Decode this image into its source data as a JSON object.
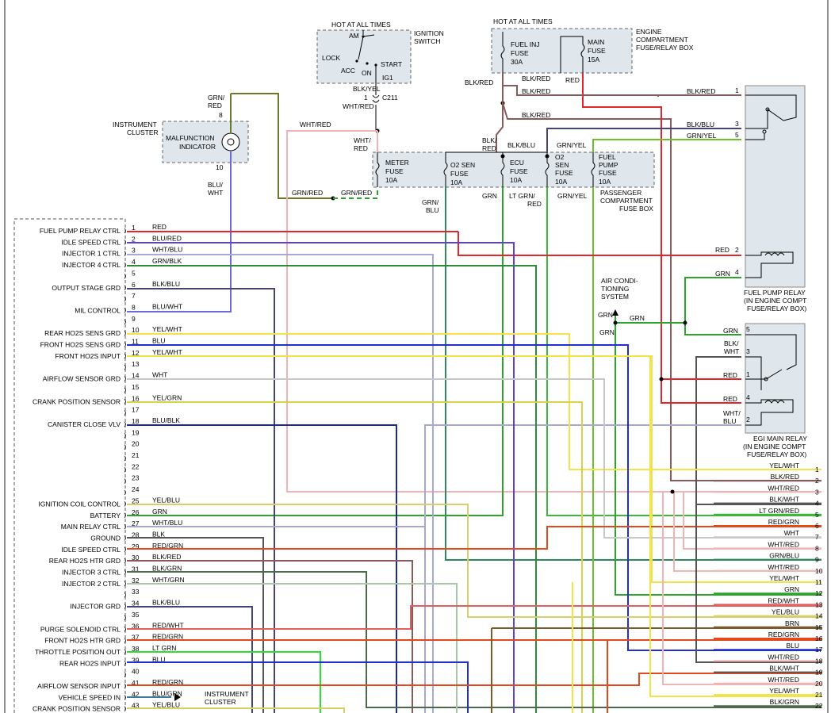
{
  "diagram": {
    "ignition": {
      "header": "HOT AT ALL TIMES",
      "title_line1": "IGNITION",
      "title_line2": "SWITCH",
      "am": "AM",
      "lock": "LOCK",
      "acc": "ACC",
      "on": "ON",
      "start": "START",
      "ig1": "IG1",
      "wire_top": "BLK/YEL",
      "pin": "1",
      "connector": "C211",
      "wire_bottom": "WHT/RED"
    },
    "engine_fuse_box": {
      "header": "HOT AT ALL TIMES",
      "title_line1": "ENGINE",
      "title_line2": "COMPARTMENT",
      "title_line3": "FUSE/RELAY BOX",
      "fuse1_line1": "FUEL INJ",
      "fuse1_line2": "FUSE",
      "fuse1_line3": "30A",
      "fuse2_line1": "MAIN",
      "fuse2_line2": "FUSE",
      "fuse2_line3": "15A"
    },
    "instrument_cluster": {
      "title_line1": "INSTRUMENT",
      "title_line2": "CLUSTER",
      "mil_line1": "MALFUNCTION",
      "mil_line2": "INDICATOR",
      "pin_top": "8",
      "pin_bottom": "10",
      "wire_top_line1": "GRN/",
      "wire_top_line2": "RED",
      "wire_bottom_line1": "BLU/",
      "wire_bottom_line2": "WHT"
    },
    "passenger_fuse_box": {
      "title_line1": "PASSENGER",
      "title_line2": "COMPARTMENT",
      "title_line3": "FUSE BOX",
      "fuses": [
        {
          "l1": "METER",
          "l2": "FUSE",
          "l3": "10A"
        },
        {
          "l1": "O2 SEN",
          "l2": "FUSE",
          "l3": "10A"
        },
        {
          "l1": "ECU",
          "l2": "FUSE",
          "l3": "10A"
        },
        {
          "l1": "O2",
          "l2": "SEN",
          "l3": "FUSE",
          "l4": "10A"
        },
        {
          "l1": "FUEL",
          "l2": "PUMP",
          "l3": "FUSE",
          "l4": "10A"
        }
      ]
    },
    "wire_labels": {
      "blk_red_a": "BLK/RED",
      "blk_red_b": "BLK/RED",
      "blk_red_c": "BLK/RED",
      "blk_red_d": "BLK/RED",
      "blk_red_e": "BLK/RED",
      "red_top": "RED",
      "wht_red_mid": "WHT/RED",
      "wht_red_a": "WHT/",
      "wht_red_b": "RED",
      "blk_red_v1": "BLK/",
      "blk_red_v2": "RED",
      "blk_blu_top": "BLK/BLU",
      "grn_yel_top": "GRN/YEL",
      "grn_red_h1": "GRN/RED",
      "grn_red_h2": "GRN/RED",
      "grn_blu_1": "GRN/",
      "grn_blu_2": "BLU",
      "grn_fuse": "GRN",
      "lt_grn_red_1": "LT GRN/",
      "lt_grn_red_2": "RED",
      "grn_yel_bot": "GRN/YEL",
      "blk_red_relay": "BLK/RED",
      "blk_blu_relay": "BLK/BLU",
      "grn_yel_relay": "GRN/YEL",
      "red_relay": "RED",
      "grn_relay": "GRN",
      "ac_1": "AIR CONDI-",
      "ac_2": "TIONING",
      "ac_3": "SYSTEM",
      "grn_ac_a": "GRN",
      "grn_ac_b": "GRN",
      "grn_ac_c": "GRN",
      "grn_egi5": "GRN",
      "blk_wht_1": "BLK/",
      "blk_wht_2": "WHT",
      "red_egi1": "RED",
      "red_egi4": "RED",
      "wht_blu_1": "WHT/",
      "wht_blu_2": "BLU"
    },
    "fuel_pump_relay": {
      "pins": [
        "1",
        "3",
        "5",
        "2",
        "4"
      ],
      "title_line1": "FUEL PUMP RELAY",
      "title_line2": "(IN ENGINE COMPT",
      "title_line3": "FUSE/RELAY BOX)"
    },
    "egi_relay": {
      "pins": [
        "5",
        "3",
        "1",
        "4",
        "2"
      ],
      "title_line1": "EGI MAIN RELAY",
      "title_line2": "(IN ENGINE COMPT",
      "title_line3": "FUSE/RELAY BOX)"
    },
    "ecm_pins": [
      {
        "pin": "1",
        "name": "FUEL PUMP RELAY CTRL",
        "wire": "RED",
        "color": "#e3262b"
      },
      {
        "pin": "2",
        "name": "IDLE SPEED CTRL",
        "wire": "BLU/RED",
        "color": "#5b3fd6"
      },
      {
        "pin": "3",
        "name": "INJECTOR 1 CTRL",
        "wire": "WHT/BLU",
        "color": "#a8a8d8"
      },
      {
        "pin": "4",
        "name": "INJECTOR 4 CTRL",
        "wire": "GRN/BLK",
        "color": "#2e8a3a"
      },
      {
        "pin": "5",
        "name": "",
        "wire": "",
        "color": ""
      },
      {
        "pin": "6",
        "name": "OUTPUT STAGE GRD",
        "wire": "BLK/BLU",
        "color": "#44447a"
      },
      {
        "pin": "7",
        "name": "",
        "wire": "",
        "color": ""
      },
      {
        "pin": "8",
        "name": "MIL CONTROL",
        "wire": "BLU/WHT",
        "color": "#6a6ad8"
      },
      {
        "pin": "9",
        "name": "",
        "wire": "",
        "color": ""
      },
      {
        "pin": "10",
        "name": "REAR HO2S SENS GRD",
        "wire": "YEL/WHT",
        "color": "#f2e34a"
      },
      {
        "pin": "11",
        "name": "FRONT HO2S SENS GRD",
        "wire": "BLU",
        "color": "#1f2fd0"
      },
      {
        "pin": "12",
        "name": "FRONT HO2S INPUT",
        "wire": "YEL/WHT",
        "color": "#f2e34a"
      },
      {
        "pin": "13",
        "name": "",
        "wire": "",
        "color": ""
      },
      {
        "pin": "14",
        "name": "AIRFLOW SENSOR GRD",
        "wire": "WHT",
        "color": "#c8c8c8"
      },
      {
        "pin": "15",
        "name": "",
        "wire": "",
        "color": ""
      },
      {
        "pin": "16",
        "name": "CRANK POSITION SENSOR",
        "wire": "YEL/GRN",
        "color": "#d9d24a"
      },
      {
        "pin": "17",
        "name": "",
        "wire": "",
        "color": ""
      },
      {
        "pin": "18",
        "name": "CANISTER CLOSE VLV",
        "wire": "BLU/BLK",
        "color": "#1c2aa0"
      },
      {
        "pin": "19",
        "name": "",
        "wire": "",
        "color": ""
      },
      {
        "pin": "20",
        "name": "",
        "wire": "",
        "color": ""
      },
      {
        "pin": "21",
        "name": "",
        "wire": "",
        "color": ""
      },
      {
        "pin": "22",
        "name": "",
        "wire": "",
        "color": ""
      },
      {
        "pin": "23",
        "name": "",
        "wire": "",
        "color": ""
      },
      {
        "pin": "24",
        "name": "",
        "wire": "",
        "color": ""
      },
      {
        "pin": "25",
        "name": "IGNITION COIL CONTROL",
        "wire": "YEL/BLU",
        "color": "#d9cf6a"
      },
      {
        "pin": "26",
        "name": "BATTERY",
        "wire": "GRN",
        "color": "#2aa52a"
      },
      {
        "pin": "27",
        "name": "MAIN RELAY CTRL",
        "wire": "WHT/BLU",
        "color": "#a8a8d8"
      },
      {
        "pin": "28",
        "name": "GROUND",
        "wire": "BLK",
        "color": "#555555"
      },
      {
        "pin": "29",
        "name": "IDLE SPEED CTRL",
        "wire": "RED/GRN",
        "color": "#e24a1e"
      },
      {
        "pin": "30",
        "name": "REAR HO2S HTR GRD",
        "wire": "BLK/RED",
        "color": "#8a5a5a"
      },
      {
        "pin": "31",
        "name": "INJECTOR 3 CTRL",
        "wire": "BLK/GRN",
        "color": "#4a6a4a"
      },
      {
        "pin": "32",
        "name": "INJECTOR 2 CTRL",
        "wire": "WHT/GRN",
        "color": "#a8c8a8"
      },
      {
        "pin": "33",
        "name": "",
        "wire": "",
        "color": ""
      },
      {
        "pin": "34",
        "name": "INJECTOR GRD",
        "wire": "BLK/BLU",
        "color": "#44447a"
      },
      {
        "pin": "35",
        "name": "",
        "wire": "",
        "color": ""
      },
      {
        "pin": "36",
        "name": "PURGE SOLENOID CTRL",
        "wire": "RED/WHT",
        "color": "#e06060"
      },
      {
        "pin": "37",
        "name": "FRONT HO2S HTR GRD",
        "wire": "RED/GRN",
        "color": "#e24a1e"
      },
      {
        "pin": "38",
        "name": "THROTTLE POSITION OUT",
        "wire": "LT GRN",
        "color": "#2ee02e"
      },
      {
        "pin": "39",
        "name": "REAR HO2S INPUT",
        "wire": "BLU",
        "color": "#1f2fd0"
      },
      {
        "pin": "40",
        "name": "",
        "wire": "",
        "color": ""
      },
      {
        "pin": "41",
        "name": "AIRFLOW SENSOR INPUT",
        "wire": "RED/GRN",
        "color": "#e24a1e"
      },
      {
        "pin": "42",
        "name": "VEHICLE SPEED IN",
        "wire": "BLU/GRN",
        "color": "#3a7a9a"
      },
      {
        "pin": "43",
        "name": "CRANK POSITION SENSOR",
        "wire": "YEL/BLU",
        "color": "#d9cf6a"
      }
    ],
    "instrument_cluster_note_1": "INSTRUMENT",
    "instrument_cluster_note_2": "CLUSTER",
    "right_wires": [
      {
        "num": "1",
        "label": "YEL/WHT",
        "color": "#f2e34a"
      },
      {
        "num": "2",
        "label": "BLK/RED",
        "color": "#8a5a5a"
      },
      {
        "num": "3",
        "label": "WHT/RED",
        "color": "#f0b4b4"
      },
      {
        "num": "4",
        "label": "BLK/WHT",
        "color": "#555555"
      },
      {
        "num": "5",
        "label": "LT GRN/RED",
        "color": "#3ab83a"
      },
      {
        "num": "6",
        "label": "RED/GRN",
        "color": "#e24a1e"
      },
      {
        "num": "7",
        "label": "WHT",
        "color": "#c8c8c8"
      },
      {
        "num": "8",
        "label": "WHT/RED",
        "color": "#f0b4b4"
      },
      {
        "num": "9",
        "label": "GRN/BLU",
        "color": "#2e8a5a"
      },
      {
        "num": "10",
        "label": "WHT/RED",
        "color": "#f0b4b4"
      },
      {
        "num": "11",
        "label": "YEL/WHT",
        "color": "#f2e34a"
      },
      {
        "num": "12",
        "label": "GRN",
        "color": "#2aa52a"
      },
      {
        "num": "13",
        "label": "RED/WHT",
        "color": "#e06060"
      },
      {
        "num": "14",
        "label": "YEL/BLU",
        "color": "#d9cf6a"
      },
      {
        "num": "15",
        "label": "BRN",
        "color": "#7a5a2a"
      },
      {
        "num": "16",
        "label": "RED/GRN",
        "color": "#e24a1e"
      },
      {
        "num": "17",
        "label": "BLU",
        "color": "#1f2fd0"
      },
      {
        "num": "18",
        "label": "WHT/RED",
        "color": "#f0b4b4"
      },
      {
        "num": "19",
        "label": "BLK/WHT",
        "color": "#555555"
      },
      {
        "num": "20",
        "label": "WHT/RED",
        "color": "#f0b4b4"
      },
      {
        "num": "21",
        "label": "YEL/WHT",
        "color": "#f2e34a"
      },
      {
        "num": "22",
        "label": "BLK/GRN",
        "color": "#4a6a4a"
      }
    ]
  }
}
